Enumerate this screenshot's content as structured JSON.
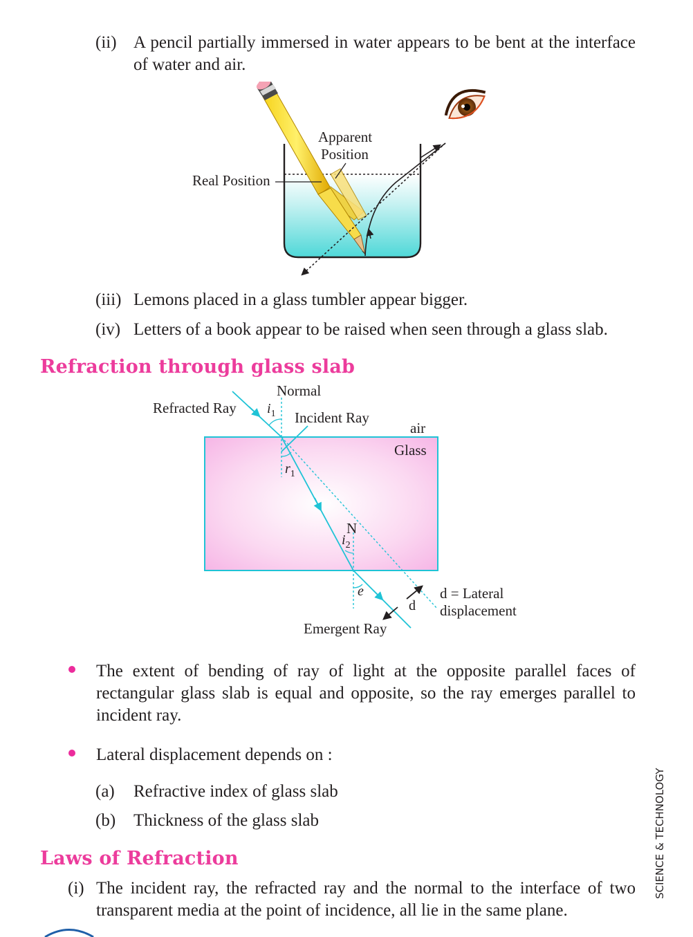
{
  "intro_items": [
    {
      "num": "(ii)",
      "text": "A pencil partially immersed in water appears to be bent at the interface of water and air."
    },
    {
      "num": "(iii)",
      "text": "Lemons placed in a glass tumbler appear bigger."
    },
    {
      "num": "(iv)",
      "text": "Letters of a book appear to be raised when seen through a glass slab."
    }
  ],
  "pencil_diagram": {
    "label_apparent_1": "Apparent",
    "label_apparent_2": "Position",
    "label_real": "Real Position"
  },
  "slab_section": {
    "heading": "Refraction through glass slab",
    "labels": {
      "normal": "Normal",
      "refracted_ray": "Refracted Ray",
      "i1": "i",
      "i1_sub": "1",
      "incident_ray": "Incident Ray",
      "air": "air",
      "glass": "Glass",
      "r1": "r",
      "r1_sub": "1",
      "N": "N",
      "i2": "i",
      "i2_sub": "2",
      "e": "e",
      "d": "d",
      "lateral_1": "d = Lateral",
      "lateral_2": "displacement",
      "emergent_ray": "Emergent Ray"
    }
  },
  "bullets": [
    "The extent of bending of ray of light at the opposite parallel faces of rectangular glass slab is equal and opposite, so the ray emerges parallel to incident ray.",
    "Lateral displacement depends on :"
  ],
  "depends_items": [
    {
      "num": "(a)",
      "text": "Refractive index of glass slab"
    },
    {
      "num": "(b)",
      "text": "Thickness of the glass slab"
    }
  ],
  "laws_section": {
    "heading": "Laws of Refraction",
    "items": [
      {
        "num": "(i)",
        "text": "The incident ray, the refracted ray and the normal to the interface of two transparent media at the point of incidence, all lie in the same plane."
      }
    ]
  },
  "side_note": "SCIENCE & TECHNOLOGY"
}
